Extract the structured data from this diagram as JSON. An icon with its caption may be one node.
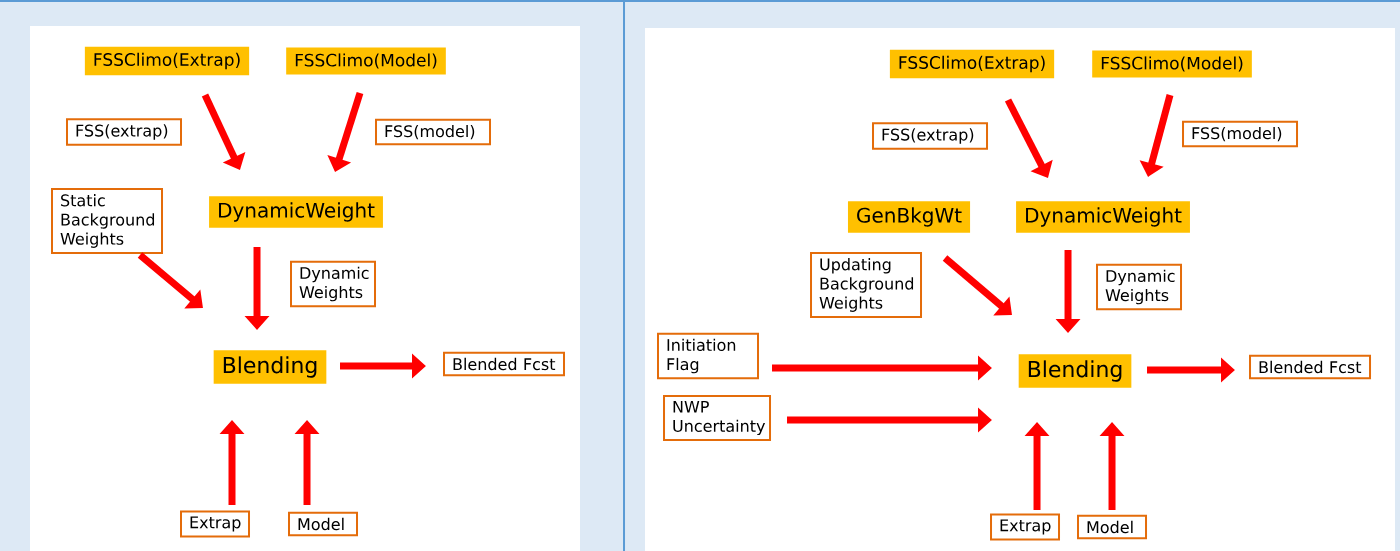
{
  "diagram": {
    "nodes": [
      {
        "text": [
          "FSSClimo(Extrap)"
        ]
      },
      {
        "text": [
          "FSSClimo(Model)"
        ]
      },
      {
        "text": [
          "FSS(extrap)"
        ]
      },
      {
        "text": [
          "FSS(model)"
        ]
      },
      {
        "text": [
          "Static Background Weights"
        ]
      },
      {
        "text": [
          "DynamicWeight"
        ]
      },
      {
        "text": [
          "Dynamic Weights"
        ]
      },
      {
        "text": [
          "Blending"
        ]
      },
      {
        "text": [
          "Blended Fcst"
        ]
      },
      {
        "text": [
          "Extrap"
        ]
      },
      {
        "text": [
          "Model"
        ]
      },
      {
        "text": [
          "FSSClimo(Extrap)"
        ]
      },
      {
        "text": [
          "FSSClimo(Model)"
        ]
      },
      {
        "text": [
          "FSS(extrap)"
        ]
      },
      {
        "text": [
          "FSS(model)"
        ]
      },
      {
        "text": [
          "GenBkgWt"
        ]
      },
      {
        "text": [
          "DynamicWeight"
        ]
      },
      {
        "text": [
          "Updating Background Weights"
        ]
      },
      {
        "text": [
          "Dynamic Weights"
        ]
      },
      {
        "text": [
          "Initiation Flag"
        ]
      },
      {
        "text": [
          "NWP Uncertainty"
        ]
      },
      {
        "text": [
          "Blending"
        ]
      },
      {
        "text": [
          "Blended Fcst"
        ]
      },
      {
        "text": [
          "Extrap"
        ]
      },
      {
        "text": [
          "Model"
        ]
      }
    ],
    "edges": [
      {
        "from": 0,
        "to": 5,
        "arrow": "to"
      },
      {
        "from": 1,
        "to": 5,
        "arrow": "to"
      },
      {
        "from": 4,
        "to": 7,
        "arrow": "to"
      },
      {
        "from": 5,
        "to": 7,
        "arrow": "to"
      },
      {
        "from": 7,
        "to": 8,
        "arrow": "to"
      },
      {
        "from": 9,
        "to": 7,
        "arrow": "to"
      },
      {
        "from": 10,
        "to": 7,
        "arrow": "to"
      },
      {
        "from": 11,
        "to": 16,
        "arrow": "to"
      },
      {
        "from": 12,
        "to": 16,
        "arrow": "to"
      },
      {
        "from": 17,
        "to": 21,
        "arrow": "to"
      },
      {
        "from": 16,
        "to": 21,
        "arrow": "to"
      },
      {
        "from": 19,
        "to": 21,
        "arrow": "to"
      },
      {
        "from": 20,
        "to": 21,
        "arrow": "to"
      },
      {
        "from": 21,
        "to": 22,
        "arrow": "to"
      },
      {
        "from": 23,
        "to": 21,
        "arrow": "to"
      },
      {
        "from": 24,
        "to": 21,
        "arrow": "to"
      }
    ]
  }
}
